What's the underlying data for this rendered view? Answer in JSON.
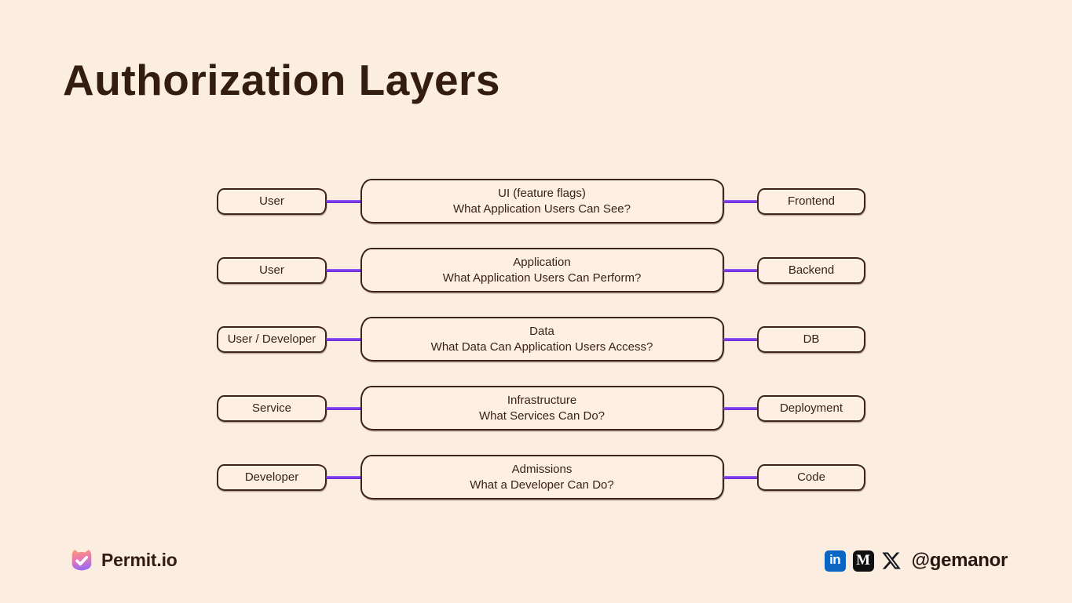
{
  "page": {
    "title": "Authorization Layers",
    "background": "#FCEDE1"
  },
  "colors": {
    "accent_purple": "#7C3AED",
    "border_brown": "#3E2418",
    "text_dark": "#3A2213",
    "linkedin_blue": "#0A66C2",
    "medium_black": "#101010"
  },
  "diagram": {
    "rows": [
      {
        "actor": "User",
        "layer_title": "UI (feature flags)",
        "layer_question": "What Application Users Can See?",
        "target": "Frontend"
      },
      {
        "actor": "User",
        "layer_title": "Application",
        "layer_question": "What Application Users Can Perform?",
        "target": "Backend"
      },
      {
        "actor": "User / Developer",
        "layer_title": "Data",
        "layer_question": "What Data Can Application Users Access?",
        "target": "DB"
      },
      {
        "actor": "Service",
        "layer_title": "Infrastructure",
        "layer_question": "What Services Can Do?",
        "target": "Deployment"
      },
      {
        "actor": "Developer",
        "layer_title": "Admissions",
        "layer_question": "What a Developer Can Do?",
        "target": "Code"
      }
    ]
  },
  "footer": {
    "brand": "Permit.io",
    "handle": "@gemanor",
    "icons": {
      "linkedin_glyph": "in",
      "medium_glyph": "M"
    }
  }
}
